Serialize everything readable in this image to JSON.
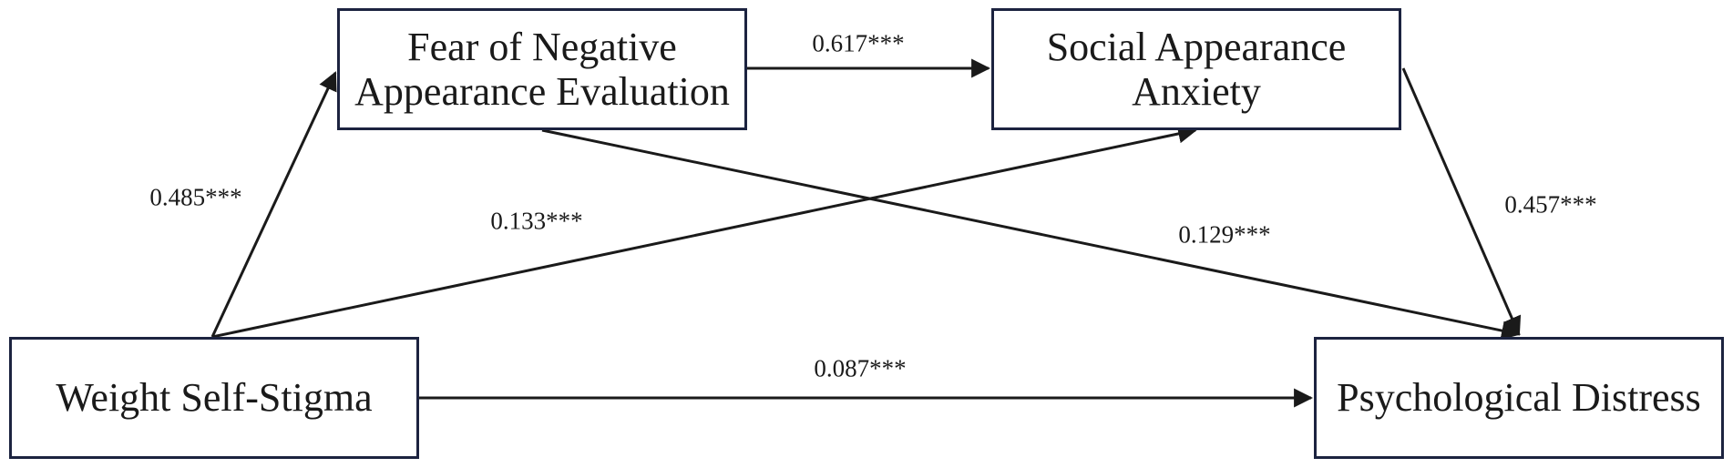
{
  "nodes": {
    "fnae": {
      "line1": "Fear of Negative",
      "line2": "Appearance Evaluation"
    },
    "sai": {
      "line1": "Social Appearance",
      "line2": "Anxiety"
    },
    "wss": {
      "line1": "Weight Self-Stigma"
    },
    "pd": {
      "line1": "Psychological Distress"
    }
  },
  "paths": {
    "wss_to_fnae": "0.485***",
    "fnae_to_sai": "0.617***",
    "wss_to_sai": "0.133***",
    "fnae_to_pd": "0.129***",
    "sai_to_pd": "0.457***",
    "wss_to_pd": "0.087***"
  },
  "colors": {
    "box_border": "#1c2340",
    "arrow": "#1a1a1a",
    "text": "#1a1a1a"
  }
}
